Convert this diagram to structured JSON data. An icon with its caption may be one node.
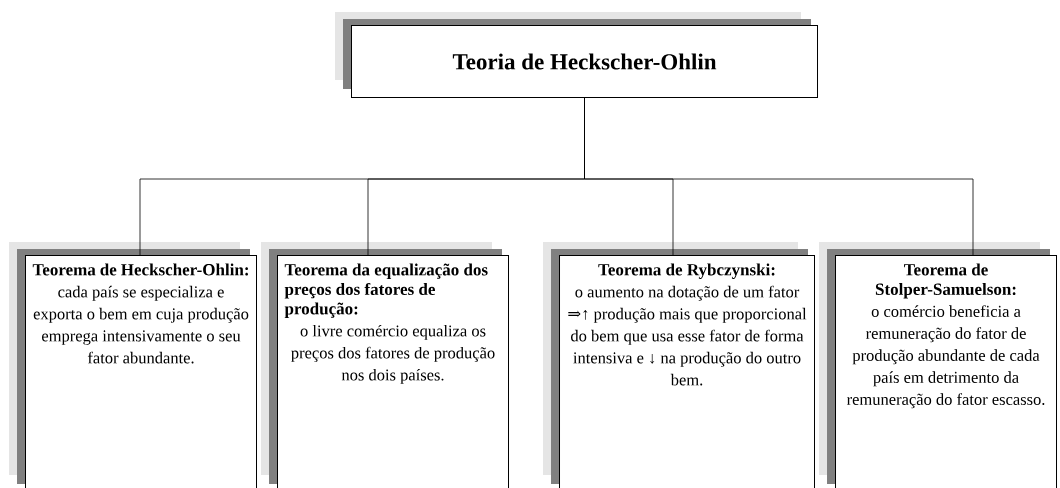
{
  "diagram": {
    "nodes": [
      {
        "text": [
          "Teoria de  Heckscher-Ohlin"
        ]
      },
      {
        "text": [
          "Teorema de Heckscher-Ohlin:",
          "cada país se especializa e exporta o bem em cuja produção emprega intensivamente o seu fator abundante."
        ]
      },
      {
        "text": [
          "Teorema da equalização dos preços dos fatores de produção:",
          "o livre comércio equaliza os preços dos fatores de produção nos dois países."
        ]
      },
      {
        "text": [
          "Teorema de Rybczynski:",
          "o aumento na dotação de um fator ⇒↑ produção mais que proporcional do bem que usa esse fator de forma intensiva e ↓ na produção do outro bem."
        ]
      },
      {
        "text": [
          "Teorema de Stolper-Samuelson:",
          "o comércio beneficia a remuneração do fator de produção abundante de cada país em detrimento da remuneração do fator escasso."
        ]
      }
    ],
    "edges": [
      {
        "from": 0,
        "to": 1,
        "arrow": "none"
      },
      {
        "from": 0,
        "to": 2,
        "arrow": "none"
      },
      {
        "from": 0,
        "to": 3,
        "arrow": "none"
      },
      {
        "from": 0,
        "to": 4,
        "arrow": "none"
      }
    ]
  }
}
